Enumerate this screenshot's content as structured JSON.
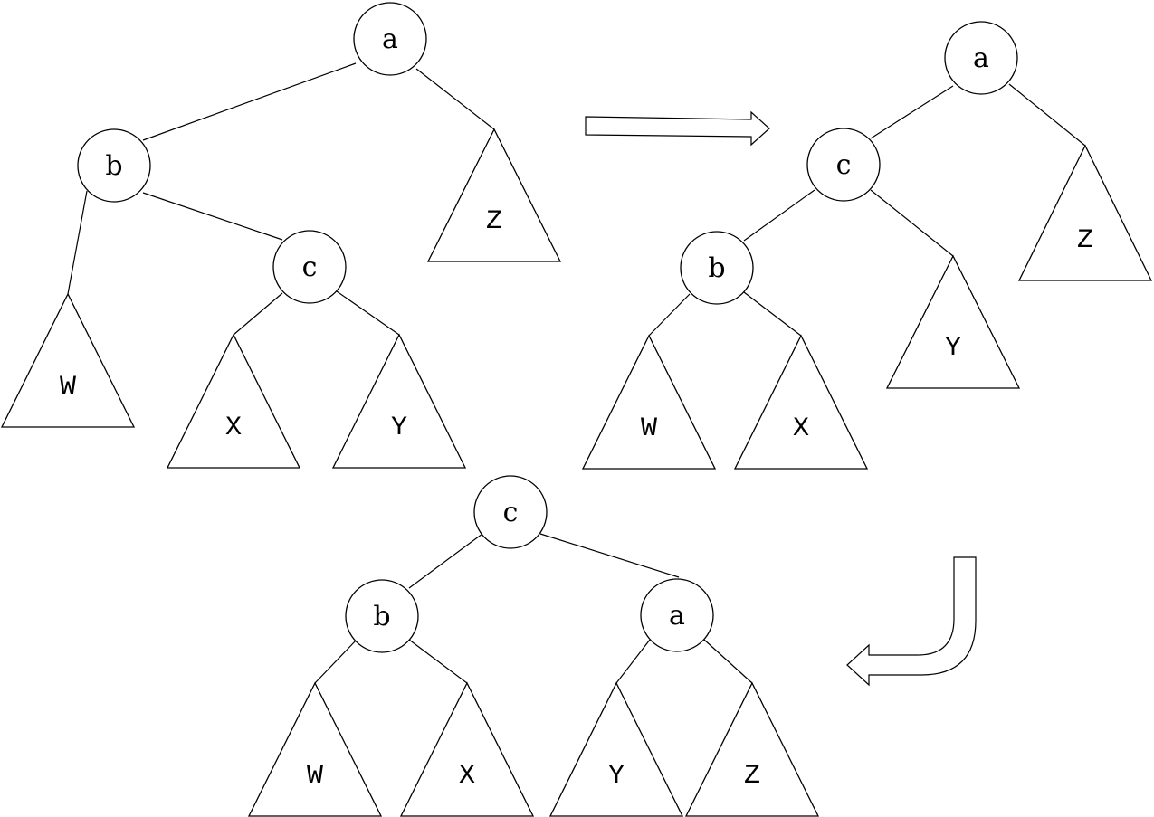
{
  "stage1": {
    "nodes": {
      "a": "a",
      "b": "b",
      "c": "c"
    },
    "subtrees": {
      "W": "W",
      "X": "X",
      "Y": "Y",
      "Z": "Z"
    }
  },
  "stage2": {
    "nodes": {
      "a": "a",
      "b": "b",
      "c": "c"
    },
    "subtrees": {
      "W": "W",
      "X": "X",
      "Y": "Y",
      "Z": "Z"
    }
  },
  "stage3": {
    "nodes": {
      "a": "a",
      "b": "b",
      "c": "c"
    },
    "subtrees": {
      "W": "W",
      "X": "X",
      "Y": "Y",
      "Z": "Z"
    }
  }
}
